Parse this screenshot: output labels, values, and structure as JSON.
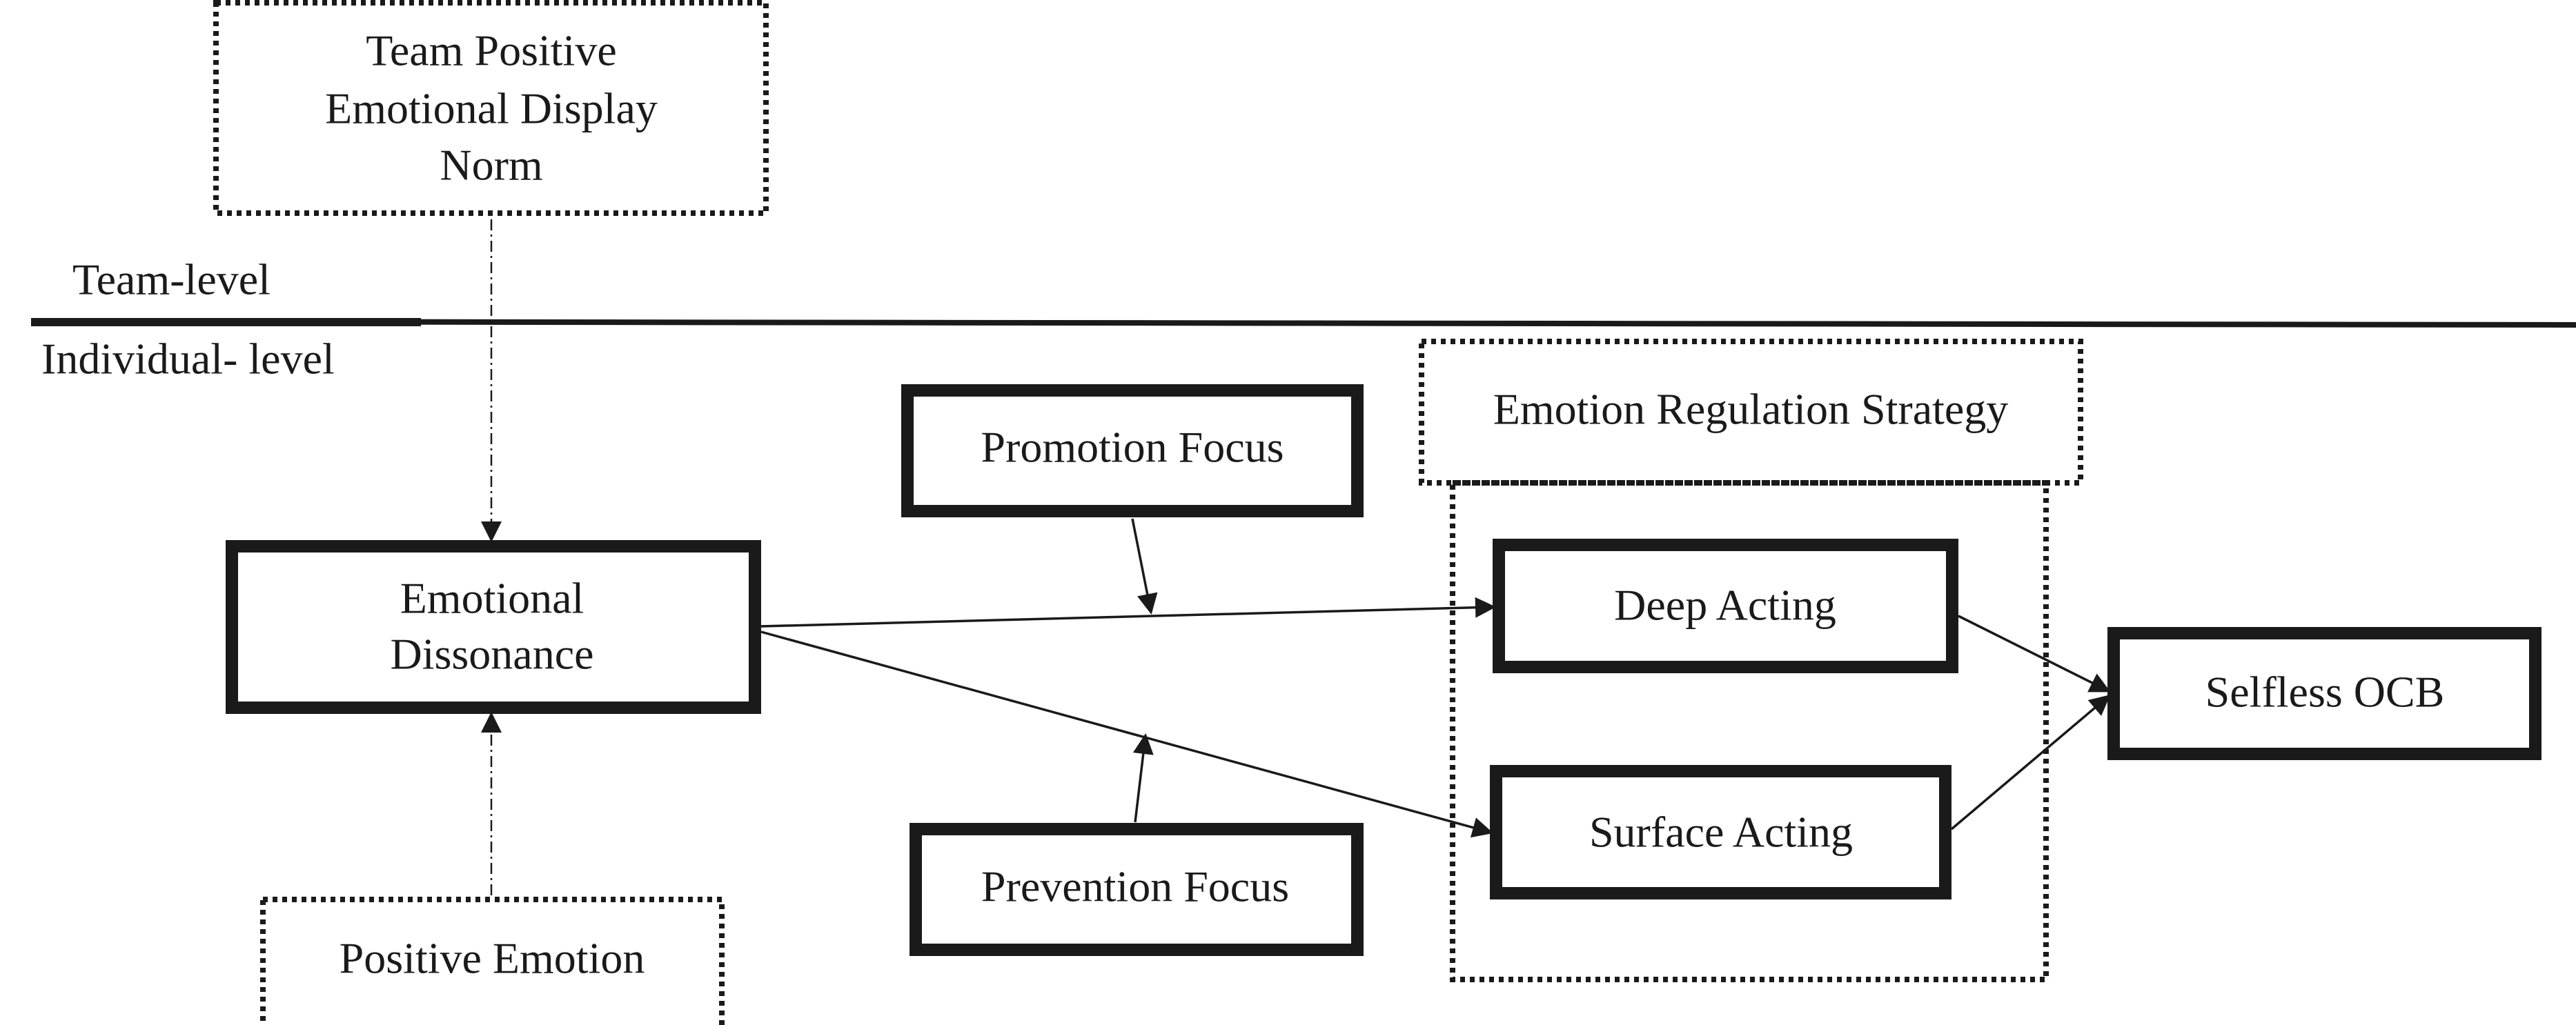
{
  "levels": {
    "team": "Team-level",
    "individual": "Individual- level"
  },
  "nodes": {
    "team_norm": [
      "Team Positive",
      "Emotional Display",
      "Norm"
    ],
    "positive_emotion": "Positive Emotion",
    "emotional_dissonance": [
      "Emotional",
      "Dissonance"
    ],
    "promotion_focus": "Promotion Focus",
    "prevention_focus": "Prevention Focus",
    "strategy_group": "Emotion Regulation Strategy",
    "deep_acting": "Deep Acting",
    "surface_acting": "Surface Acting",
    "selfless_ocb": "Selfless OCB"
  }
}
